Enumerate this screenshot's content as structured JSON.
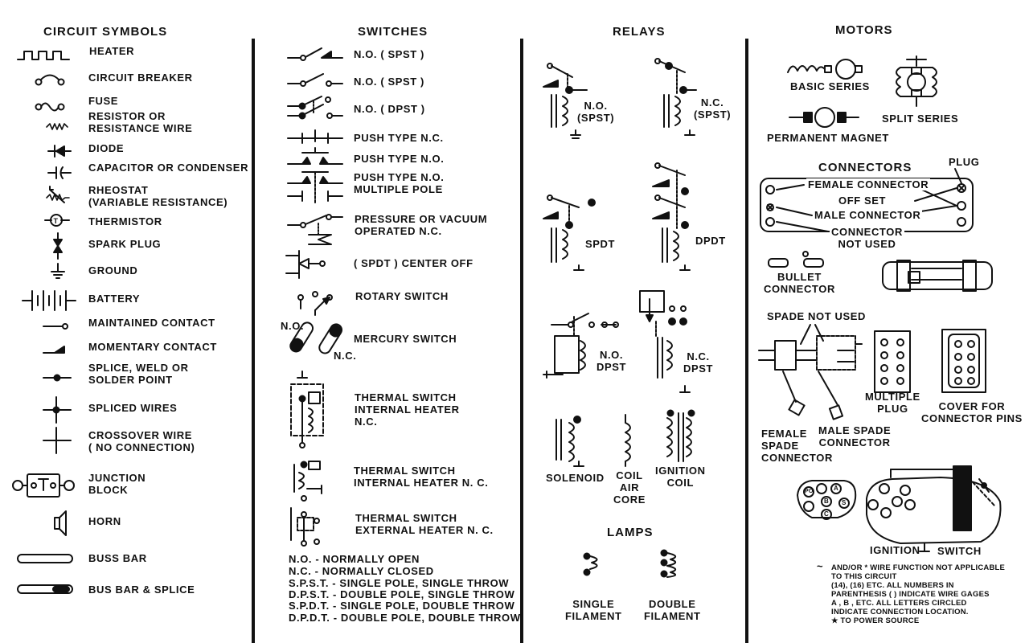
{
  "circuit_symbols": {
    "title": "CIRCUIT SYMBOLS",
    "items": [
      {
        "label": "HEATER",
        "icon": "heater-icon"
      },
      {
        "label": "CIRCUIT BREAKER",
        "icon": "circuit-breaker-icon"
      },
      {
        "label": "FUSE",
        "icon": "fuse-icon"
      },
      {
        "label": "RESISTOR OR\nRESISTANCE WIRE",
        "icon": "resistor-icon"
      },
      {
        "label": "DIODE",
        "icon": "diode-icon"
      },
      {
        "label": "CAPACITOR OR CONDENSER",
        "icon": "capacitor-icon"
      },
      {
        "label": "RHEOSTAT\n(VARIABLE RESISTANCE)",
        "icon": "rheostat-icon"
      },
      {
        "label": "THERMISTOR",
        "icon": "thermistor-icon"
      },
      {
        "label": "SPARK PLUG",
        "icon": "spark-plug-icon"
      },
      {
        "label": "GROUND",
        "icon": "ground-icon"
      },
      {
        "label": "BATTERY",
        "icon": "battery-icon"
      },
      {
        "label": "MAINTAINED CONTACT",
        "icon": "maintained-contact-icon"
      },
      {
        "label": "MOMENTARY CONTACT",
        "icon": "momentary-contact-icon"
      },
      {
        "label": "SPLICE, WELD OR\nSOLDER POINT",
        "icon": "splice-point-icon"
      },
      {
        "label": "SPLICED WIRES",
        "icon": "spliced-wires-icon"
      },
      {
        "label": "CROSSOVER WIRE\n( NO CONNECTION)",
        "icon": "crossover-wire-icon"
      },
      {
        "label": "JUNCTION\nBLOCK",
        "icon": "junction-block-icon"
      },
      {
        "label": "HORN",
        "icon": "horn-icon"
      },
      {
        "label": "BUSS BAR",
        "icon": "buss-bar-icon"
      },
      {
        "label": "BUS BAR & SPLICE",
        "icon": "bus-bar-splice-icon"
      }
    ]
  },
  "switches": {
    "title": "SWITCHES",
    "items": [
      {
        "label": "N.O. ( SPST )",
        "icon": "switch-no-spst-momentary-icon"
      },
      {
        "label": "N.O. ( SPST )",
        "icon": "switch-no-spst-icon"
      },
      {
        "label": "N.O. ( DPST )",
        "icon": "switch-no-dpst-icon"
      },
      {
        "label": "PUSH TYPE N.C.",
        "icon": "push-switch-nc-icon"
      },
      {
        "label": "PUSH TYPE N.O.",
        "icon": "push-switch-no-icon"
      },
      {
        "label": "PUSH TYPE N.O.\nMULTIPLE POLE",
        "icon": "push-switch-multipole-icon"
      },
      {
        "label": "PRESSURE OR VACUUM\nOPERATED N.C.",
        "icon": "pressure-switch-icon"
      },
      {
        "label": "( SPDT ) CENTER OFF",
        "icon": "spdt-center-off-icon"
      },
      {
        "label": "ROTARY SWITCH",
        "icon": "rotary-switch-icon"
      },
      {
        "label": "MERCURY SWITCH",
        "icon": "mercury-switch-icon"
      },
      {
        "label": "THERMAL SWITCH\nINTERNAL HEATER\nN.C.",
        "icon": "thermal-switch-internal-icon"
      },
      {
        "label": "THERMAL SWITCH\nINTERNAL HEATER N. C.",
        "icon": "thermal-switch-internal-heater-icon"
      },
      {
        "label": "THERMAL SWITCH\nEXTERNAL HEATER N. C.",
        "icon": "thermal-switch-external-icon"
      }
    ],
    "mercury_no": "N.O.",
    "mercury_nc": "N.C.",
    "legend": [
      "N.O. - NORMALLY OPEN",
      "N.C. - NORMALLY CLOSED",
      "S.P.S.T. - SINGLE POLE, SINGLE THROW",
      "D.P.S.T. - DOUBLE POLE, SINGLE THROW",
      "S.P.D.T. - SINGLE POLE, DOUBLE THROW",
      "D.P.D.T. - DOUBLE POLE, DOUBLE THROW"
    ]
  },
  "relays": {
    "title": "RELAYS",
    "no_spst": "N.O.\n(SPST)",
    "nc_spst": "N.C.\n(SPST)",
    "spdt": "SPDT",
    "dpdt": "DPDT",
    "no_dpst": "N.O.\nDPST",
    "nc_dpst": "N.C.\nDPST",
    "solenoid": "SOLENOID",
    "coil_air_core": "COIL\nAIR\nCORE",
    "ignition_coil": "IGNITION\nCOIL"
  },
  "lamps": {
    "title": "LAMPS",
    "single": "SINGLE\nFILAMENT",
    "double": "DOUBLE\nFILAMENT"
  },
  "motors": {
    "title": "MOTORS",
    "basic_series": "BASIC SERIES",
    "split_series": "SPLIT SERIES",
    "permanent_magnet": "PERMANENT MAGNET"
  },
  "connectors": {
    "title": "CONNECTORS",
    "plug": "PLUG",
    "female_connector": "FEMALE CONNECTOR",
    "off_set": "OFF SET",
    "male_connector": "MALE CONNECTOR",
    "connector_not_used": "CONNECTOR\nNOT USED",
    "bullet_connector": "BULLET\nCONNECTOR",
    "spade_not_used": "SPADE NOT USED",
    "multiple_plug": "MULTIPLE\nPLUG",
    "cover_for_pins": "COVER FOR\nCONNECTOR PINS",
    "female_spade": "FEMALE\nSPADE\nCONNECTOR",
    "male_spade": "MALE SPADE\nCONNECTOR",
    "ignition": "IGNITION",
    "switch": "SWITCH",
    "plug_letters": [
      "A",
      "B",
      "C",
      "S",
      "PO"
    ],
    "notes": [
      "AND/OR * WIRE FUNCTION NOT APPLICABLE",
      "TO THIS CIRCUIT",
      "(14), (16) ETC. ALL NUMBERS IN",
      "PARENTHESIS ( ) INDICATE WIRE GAGES",
      "A , B , ETC. ALL LETTERS CIRCLED",
      "INDICATE CONNECTION LOCATION.",
      "★ TO POWER SOURCE"
    ]
  }
}
